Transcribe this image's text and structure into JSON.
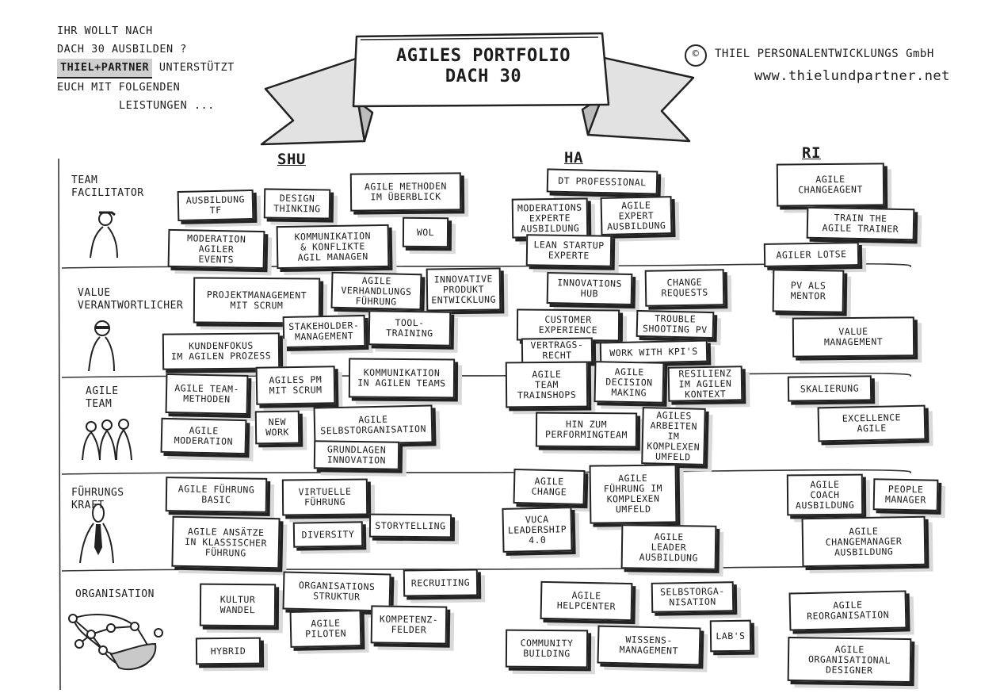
{
  "intro": {
    "lines": [
      "IHR WOLLT NACH",
      "DACH 30 AUSBILDEN ?"
    ],
    "brand": "THIEL+PARTNER",
    "brand_rest": "UNTERSTÜTZT",
    "line4": "EUCH MIT FOLGENDEN",
    "line5": "LEISTUNGEN ..."
  },
  "title": {
    "line1": "AGILES PORTFOLIO",
    "line2": "DACH 30"
  },
  "copyright": {
    "symbol": "©",
    "company": "THIEL PERSONALENTWICKLUNGS GmbH",
    "url": "www.thielundpartner.net"
  },
  "columns": [
    "SHU",
    "HA",
    "RI"
  ],
  "rows": [
    {
      "label": "TEAM\nFACILITATOR"
    },
    {
      "label": "VALUE\nVERANTWORTLICHER"
    },
    {
      "label": "AGILE\nTEAM"
    },
    {
      "label": "FÜHRUNGS\nKRAFT"
    },
    {
      "label": "ORGANISATION"
    }
  ],
  "boxes": [
    "AUSBILDUNG\nTF",
    "DESIGN\nTHINKING",
    "AGILE METHODEN\nIM ÜBERBLICK",
    "MODERATION\nAGILER\nEVENTS",
    "Kommunikation\n& KONFLIKTE\nAGIL MANAGEN",
    "WOL",
    "DT PROFESSIONAL",
    "MODERATIONS\nEXPERTE\nAUSBILDUNG",
    "AGILE\nEXPERT\nAUSBILDUNG",
    "LEAN STARTUP\nEXPERTE",
    "AGILE\nCHANGEAGENT",
    "TRAIN THE\nAGILE TRAINER",
    "AGILER LOTSE",
    "PROJEKTMANAGEMENT\nMIT SCRUM",
    "AGILE\nVERHANDLUNGS\nFÜHRUNG",
    "Innovative\nPRODUKT\nENTWICKLUNG",
    "STAKEHOLDER-\nMANAGEMENT",
    "TOOL-\nTRAINING",
    "KUNDENFOKUS\nIM AGILEN PROZESS",
    "INNOVATIONS\nHUB",
    "CHANGE\nREQUESTS",
    "CUSTOMER\nEXPERIENCE",
    "TROUBLE\nSHOOTING PV",
    "VERTRAGS-\nRECHT",
    "WORK WITH KPI'S",
    "PV als\nMENTOR",
    "VALUE\nMANAGEMENT",
    "AGILE TEAM-\nMETHODEN",
    "AGILES PM\nMIT SCRUM",
    "KOMMUNIKATION\nIN AGILEN TEAMS",
    "AGILE\nMODERATION",
    "NEW\nWORK",
    "AGILE\nSELBSTORGANISATION",
    "GRUNDLAGEN\nINNOVATION",
    "AGILE\nTEAM\nTRAINSHOPS",
    "AGILE\nDECISION\nMAKING",
    "RESILIENZ\nIM AGILEN\nKONTEXT",
    "HIN ZUM\nPERFORMINGTEAM",
    "AGILES\nARBEITEN\nIM\nKOMPLEXEN\nUMFELD",
    "SKALIERUNG",
    "EXCELLENCE\nAGILE",
    "AGILE FÜHRUNG\nBASIC",
    "VIRTUELLE\nFÜHRUNG",
    "AGILE ANSÄTZE\nIN KLASSISCHER\nFÜHRUNG",
    "DIVERSITY",
    "STORYTELLING",
    "AGILE\nCHANGE",
    "AGILE\nFÜHRUNG IM\nKOMPLEXEN\nUMFELD",
    "VUCA\nLEADERSHIP\n4.0",
    "AGILE\nLEADER\nAUSBILDUNG",
    "AGILE\nCOACH\nAUSBILDUNG",
    "PEOPLE\nMANAGER",
    "AGILE\nCHANGEMANAGER\nAUSBILDUNG",
    "KULTUR\nWANDEL",
    "ORGANISATIONS\nSTRUKTUR",
    "RECRUITING",
    "AGILE\nPILOTEN",
    "KOMPETENZ-\nFELDER",
    "HYBRID",
    "AGILE\nHELPCENTER",
    "SELBSTORGA-\nNISATION",
    "COMMUNITY\nBUILDING",
    "WISSENS-\nMANAGEMENT",
    "LAB'S",
    "AGILE\nREORGANISATION",
    "AGILE\nORGANISATIONAL\nDESIGNER"
  ]
}
